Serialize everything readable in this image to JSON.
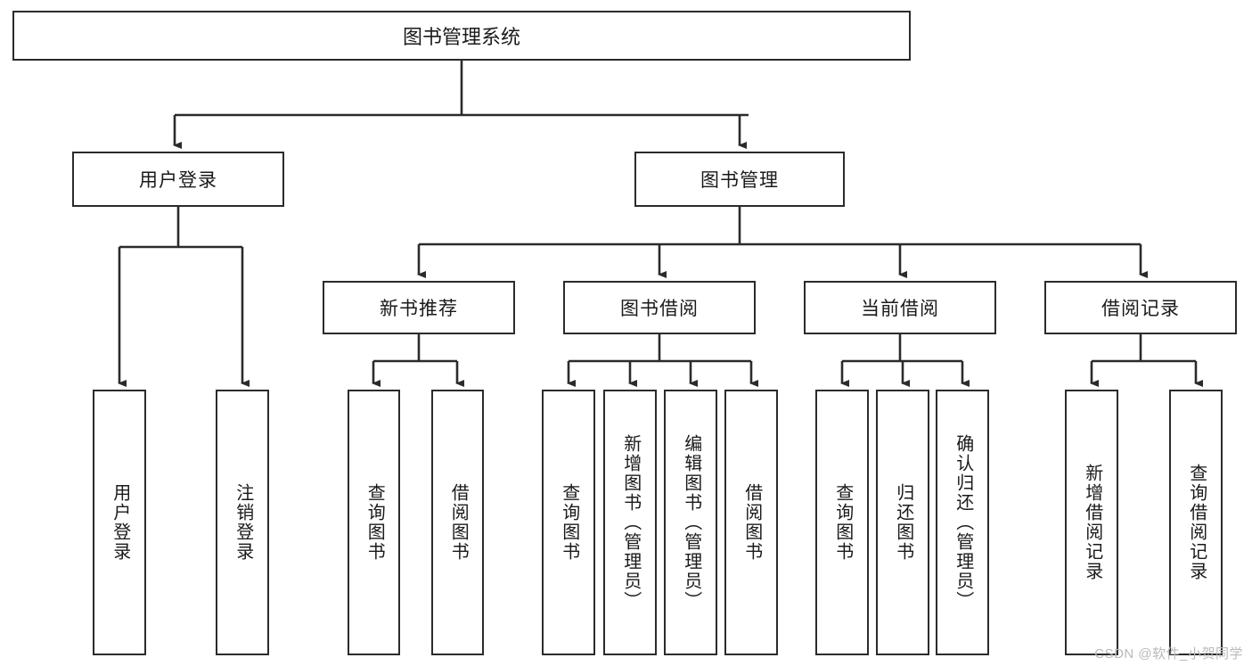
{
  "diagram": {
    "title": "图书管理系统",
    "type": "tree",
    "watermark": "CSDN @软件_小贺同学",
    "root": {
      "label": "图书管理系统"
    },
    "level2": [
      {
        "label": "用户登录"
      },
      {
        "label": "图书管理"
      }
    ],
    "level3": [
      {
        "label": "新书推荐"
      },
      {
        "label": "图书借阅"
      },
      {
        "label": "当前借阅"
      },
      {
        "label": "借阅记录"
      }
    ],
    "leaves": {
      "user_login": [
        {
          "label": "用户登录"
        },
        {
          "label": "注销登录"
        }
      ],
      "new_book": [
        {
          "label": "查询图书"
        },
        {
          "label": "借阅图书"
        }
      ],
      "borrow": [
        {
          "label": "查询图书"
        },
        {
          "label": "新增图书（管理员）"
        },
        {
          "label": "编辑图书（管理员）"
        },
        {
          "label": "借阅图书"
        }
      ],
      "current": [
        {
          "label": "查询图书"
        },
        {
          "label": "归还图书"
        },
        {
          "label": "确认归还（管理员）"
        }
      ],
      "records": [
        {
          "label": "新增借阅记录"
        },
        {
          "label": "查询借阅记录"
        }
      ]
    }
  }
}
